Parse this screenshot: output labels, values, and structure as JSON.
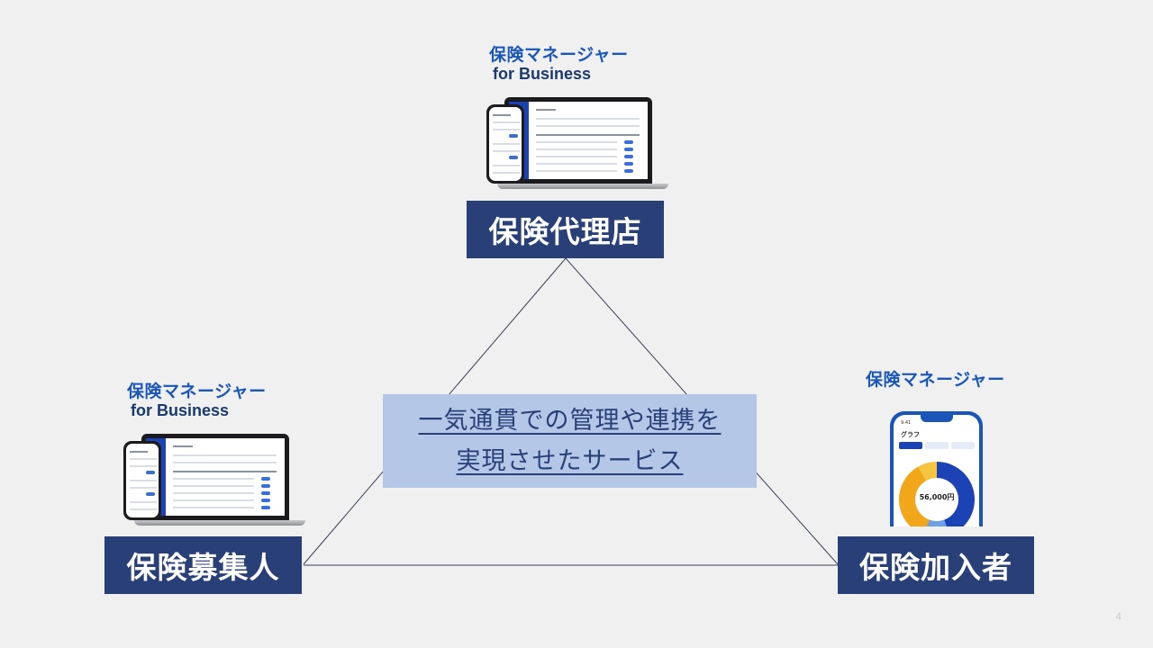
{
  "top_node": {
    "logo_line1": "保険マネージャー",
    "logo_line2": "for Business",
    "label": "保険代理店"
  },
  "left_node": {
    "logo_line1": "保険マネージャー",
    "logo_line2": "for Business",
    "label": "保険募集人"
  },
  "right_node": {
    "logo_line1": "保険マネージャー",
    "label": "保険加入者",
    "phone_screen": {
      "title": "グラフ",
      "time": "9:41",
      "chart_value": "56,000円"
    }
  },
  "center": {
    "line1": "一気通貫での管理や連携を",
    "line2": "実現させたサービス"
  },
  "page_number": "4",
  "colors": {
    "background": "#f0f0f1",
    "label_box": "#283f77",
    "center_box": "#b4c7e7",
    "logo_blue": "#1a56b8",
    "triangle_line": "#3a4058"
  }
}
